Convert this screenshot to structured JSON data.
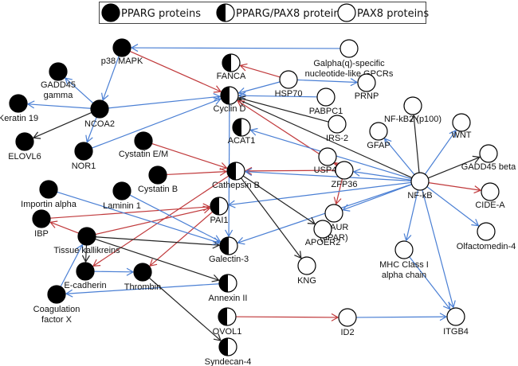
{
  "legend": {
    "items": [
      {
        "kind": "pparg",
        "label": "PPARG proteins"
      },
      {
        "kind": "both",
        "label": "PPARG/PAX8 proteins"
      },
      {
        "kind": "pax8",
        "label": "PAX8 proteins"
      }
    ]
  },
  "colors": {
    "blue": "#4a7fd4",
    "red": "#c0393b",
    "black": "#222222"
  },
  "nodes": [
    {
      "id": "p38",
      "label": [
        "p38 MAPK"
      ],
      "kind": "pparg"
    },
    {
      "id": "gadd45g",
      "label": [
        "GADD45",
        "gamma"
      ],
      "kind": "pparg"
    },
    {
      "id": "ker19",
      "label": [
        "Keratin 19"
      ],
      "kind": "pparg"
    },
    {
      "id": "ncoa2",
      "label": [
        "NCOA2"
      ],
      "kind": "pparg"
    },
    {
      "id": "elovl6",
      "label": [
        "ELOVL6"
      ],
      "kind": "pparg"
    },
    {
      "id": "nor1",
      "label": [
        "NOR1"
      ],
      "kind": "pparg"
    },
    {
      "id": "cystem",
      "label": [
        "Cystatin E/M"
      ],
      "kind": "pparg"
    },
    {
      "id": "cystb",
      "label": [
        "Cystatin B"
      ],
      "kind": "pparg"
    },
    {
      "id": "importin",
      "label": [
        "Importin alpha"
      ],
      "kind": "pparg"
    },
    {
      "id": "laminin",
      "label": [
        "Laminin 1"
      ],
      "kind": "pparg"
    },
    {
      "id": "ibp",
      "label": [
        "IBP"
      ],
      "kind": "pparg"
    },
    {
      "id": "tk",
      "label": [
        "Tissue kallikreins"
      ],
      "kind": "pparg"
    },
    {
      "id": "ecad",
      "label": [
        "E-cadherin"
      ],
      "kind": "pparg"
    },
    {
      "id": "thrombin",
      "label": [
        "Thrombin"
      ],
      "kind": "pparg"
    },
    {
      "id": "coagx",
      "label": [
        "Coagulation",
        "factor X"
      ],
      "kind": "pparg"
    },
    {
      "id": "fanca",
      "label": [
        "FANCA"
      ],
      "kind": "both"
    },
    {
      "id": "cycd",
      "label": [
        "Cyclin D"
      ],
      "kind": "both"
    },
    {
      "id": "acat1",
      "label": [
        "ACAT1"
      ],
      "kind": "both"
    },
    {
      "id": "cathb",
      "label": [
        "Cathepsin B"
      ],
      "kind": "both"
    },
    {
      "id": "pai1",
      "label": [
        "PAI1"
      ],
      "kind": "both"
    },
    {
      "id": "gal3",
      "label": [
        "Galectin-3"
      ],
      "kind": "both"
    },
    {
      "id": "annex",
      "label": [
        "Annexin II"
      ],
      "kind": "both"
    },
    {
      "id": "ovol1",
      "label": [
        "OVOL1"
      ],
      "kind": "both"
    },
    {
      "id": "synd4",
      "label": [
        "Syndecan-4"
      ],
      "kind": "both"
    },
    {
      "id": "galpha",
      "label": [
        "Galpha(q)-specific",
        "nucleotide-like GPCRs"
      ],
      "kind": "pax8"
    },
    {
      "id": "hsp70",
      "label": [
        "HSP70"
      ],
      "kind": "pax8"
    },
    {
      "id": "prnp",
      "label": [
        "PRNP"
      ],
      "kind": "pax8"
    },
    {
      "id": "pabpc1",
      "label": [
        "PABPC1"
      ],
      "kind": "pax8"
    },
    {
      "id": "irs2",
      "label": [
        "IRS-2"
      ],
      "kind": "pax8"
    },
    {
      "id": "nfkb2",
      "label": [
        "NF-kB2 (p100)"
      ],
      "kind": "pax8"
    },
    {
      "id": "wnt",
      "label": [
        "WNT"
      ],
      "kind": "pax8"
    },
    {
      "id": "gfap",
      "label": [
        "GFAP"
      ],
      "kind": "pax8"
    },
    {
      "id": "gadd45b",
      "label": [
        "GADD45 beta"
      ],
      "kind": "pax8"
    },
    {
      "id": "usp46",
      "label": [
        "USP46"
      ],
      "kind": "pax8"
    },
    {
      "id": "zfp36",
      "label": [
        "ZFP36"
      ],
      "kind": "pax8"
    },
    {
      "id": "nfkb",
      "label": [
        "NF-kB"
      ],
      "kind": "pax8"
    },
    {
      "id": "cidea",
      "label": [
        "CIDE-A"
      ],
      "kind": "pax8"
    },
    {
      "id": "plaur",
      "label": [
        "PLAUR",
        "(uPAR)"
      ],
      "kind": "pax8"
    },
    {
      "id": "apoer2",
      "label": [
        "APOER2"
      ],
      "kind": "pax8"
    },
    {
      "id": "olfm4",
      "label": [
        "Olfactomedin-4"
      ],
      "kind": "pax8"
    },
    {
      "id": "kng",
      "label": [
        "KNG"
      ],
      "kind": "pax8"
    },
    {
      "id": "mhc",
      "label": [
        "MHC Class I",
        "alpha chain"
      ],
      "kind": "pax8"
    },
    {
      "id": "id2",
      "label": [
        "ID2"
      ],
      "kind": "pax8"
    },
    {
      "id": "itgb4",
      "label": [
        "ITGB4"
      ],
      "kind": "pax8"
    }
  ],
  "edges": [
    {
      "from": "galpha",
      "to": "p38",
      "color": "blue"
    },
    {
      "from": "p38",
      "to": "cycd",
      "color": "red"
    },
    {
      "from": "p38",
      "to": "ncoa2",
      "color": "blue"
    },
    {
      "from": "ncoa2",
      "to": "gadd45g",
      "color": "blue"
    },
    {
      "from": "ncoa2",
      "to": "ker19",
      "color": "blue"
    },
    {
      "from": "ncoa2",
      "to": "elovl6",
      "color": "black"
    },
    {
      "from": "ncoa2",
      "to": "nor1",
      "color": "blue"
    },
    {
      "from": "ncoa2",
      "to": "cycd",
      "color": "blue"
    },
    {
      "from": "nor1",
      "to": "cycd",
      "color": "blue"
    },
    {
      "from": "hsp70",
      "to": "fanca",
      "color": "red"
    },
    {
      "from": "hsp70",
      "to": "cycd",
      "color": "blue"
    },
    {
      "from": "hsp70",
      "to": "prnp",
      "color": "blue"
    },
    {
      "from": "pabpc1",
      "to": "cycd",
      "color": "blue"
    },
    {
      "from": "irs2",
      "to": "cycd",
      "color": "black"
    },
    {
      "from": "nfkb",
      "to": "cycd",
      "color": "black"
    },
    {
      "from": "zfp36",
      "to": "cycd",
      "color": "red"
    },
    {
      "from": "cycd",
      "to": "gal3",
      "color": "blue"
    },
    {
      "from": "nfkb",
      "to": "acat1",
      "color": "blue"
    },
    {
      "from": "cystem",
      "to": "cathb",
      "color": "red"
    },
    {
      "from": "cystb",
      "to": "cathb",
      "color": "red"
    },
    {
      "from": "zfp36",
      "to": "cathb",
      "color": "red"
    },
    {
      "from": "nfkb",
      "to": "cathb",
      "color": "blue"
    },
    {
      "from": "zfp36",
      "to": "usp46",
      "color": "red"
    },
    {
      "from": "zfp36",
      "to": "plaur",
      "color": "red"
    },
    {
      "from": "nfkb",
      "to": "zfp36",
      "color": "blue"
    },
    {
      "from": "nfkb",
      "to": "plaur",
      "color": "blue"
    },
    {
      "from": "nfkb",
      "to": "pai1",
      "color": "blue"
    },
    {
      "from": "nfkb",
      "to": "gal3",
      "color": "blue"
    },
    {
      "from": "nfkb",
      "to": "gfap",
      "color": "blue"
    },
    {
      "from": "nfkb",
      "to": "nfkb2",
      "color": "black"
    },
    {
      "from": "nfkb",
      "to": "wnt",
      "color": "blue"
    },
    {
      "from": "nfkb",
      "to": "gadd45b",
      "color": "black"
    },
    {
      "from": "nfkb",
      "to": "cidea",
      "color": "red"
    },
    {
      "from": "nfkb",
      "to": "olfm4",
      "color": "blue"
    },
    {
      "from": "nfkb",
      "to": "mhc",
      "color": "blue"
    },
    {
      "from": "nfkb",
      "to": "itgb4",
      "color": "blue"
    },
    {
      "from": "mhc",
      "to": "itgb4",
      "color": "blue"
    },
    {
      "from": "cathb",
      "to": "apoer2",
      "color": "black"
    },
    {
      "from": "cathb",
      "to": "kng",
      "color": "black"
    },
    {
      "from": "cathb",
      "to": "ecad",
      "color": "red"
    },
    {
      "from": "pai1",
      "to": "thrombin",
      "color": "red"
    },
    {
      "from": "ibp",
      "to": "pai1",
      "color": "red"
    },
    {
      "from": "tk",
      "to": "pai1",
      "color": "red"
    },
    {
      "from": "tk",
      "to": "ibp",
      "color": "red"
    },
    {
      "from": "tk",
      "to": "gal3",
      "color": "black"
    },
    {
      "from": "tk",
      "to": "annex",
      "color": "black"
    },
    {
      "from": "tk",
      "to": "ecad",
      "color": "black"
    },
    {
      "from": "importin",
      "to": "gal3",
      "color": "blue"
    },
    {
      "from": "laminin",
      "to": "gal3",
      "color": "blue"
    },
    {
      "from": "coagx",
      "to": "tk",
      "color": "blue"
    },
    {
      "from": "ecad",
      "to": "thrombin",
      "color": "blue"
    },
    {
      "from": "annex",
      "to": "coagx",
      "color": "blue"
    },
    {
      "from": "thrombin",
      "to": "synd4",
      "color": "black"
    },
    {
      "from": "ovol1",
      "to": "id2",
      "color": "red"
    },
    {
      "from": "id2",
      "to": "itgb4",
      "color": "blue"
    }
  ]
}
